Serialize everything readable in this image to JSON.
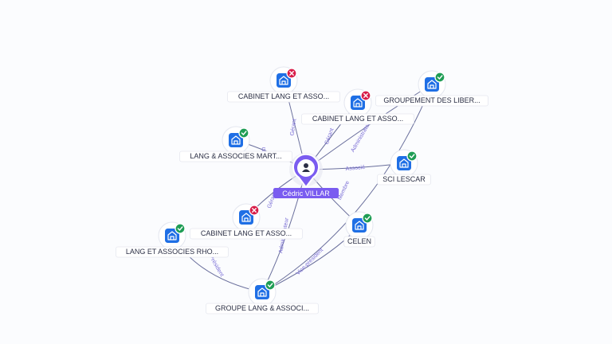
{
  "colors": {
    "edge": "#6a6f9c",
    "edge_label": "#7b6fd6",
    "company_icon": "#1f6fe5",
    "person": "#7a5cf0",
    "status_active": "#1f9d55",
    "status_closed": "#d81e4a"
  },
  "person": {
    "name": "Cédric VILLAR",
    "icon": "user-icon"
  },
  "companies": [
    {
      "name": "CABINET LANG ET ASSO...",
      "status": "closed",
      "icon": "building-icon"
    },
    {
      "name": "GROUPEMENT DES LIBER...",
      "status": "active",
      "icon": "building-icon"
    },
    {
      "name": "CABINET LANG ET ASSO...",
      "status": "closed",
      "icon": "building-icon"
    },
    {
      "name": "LANG & ASSOCIES MART...",
      "status": "active",
      "icon": "building-icon"
    },
    {
      "name": "SCI LESCAR",
      "status": "active",
      "icon": "building-icon"
    },
    {
      "name": "CABINET LANG ET ASSO...",
      "status": "closed",
      "icon": "building-icon"
    },
    {
      "name": "CELEN",
      "status": "active",
      "icon": "building-icon"
    },
    {
      "name": "LANG ET ASSOCIES RHO...",
      "status": "active",
      "icon": "building-icon"
    },
    {
      "name": "GROUPE LANG & ASSOCI...",
      "status": "active",
      "icon": "building-icon"
    }
  ],
  "relations": [
    {
      "from": "person",
      "to": 0,
      "label": "Gérant"
    },
    {
      "from": "person",
      "to": 2,
      "label": "Gérant"
    },
    {
      "from": "person",
      "to": 1,
      "label": "Administrateur"
    },
    {
      "from": "person",
      "to": 3,
      "label": "G"
    },
    {
      "from": "person",
      "to": 4,
      "label": "Associé"
    },
    {
      "from": "person",
      "to": 5,
      "label": "Gérant"
    },
    {
      "from": "person",
      "to": 6,
      "label": "Membre"
    },
    {
      "from": "person",
      "to": 8,
      "label": "Administrateur"
    },
    {
      "from": 7,
      "to": 8,
      "label": "Président"
    },
    {
      "from": 6,
      "to": 8,
      "label": "Vice-président"
    },
    {
      "from": 8,
      "to": 1,
      "label": ""
    }
  ]
}
